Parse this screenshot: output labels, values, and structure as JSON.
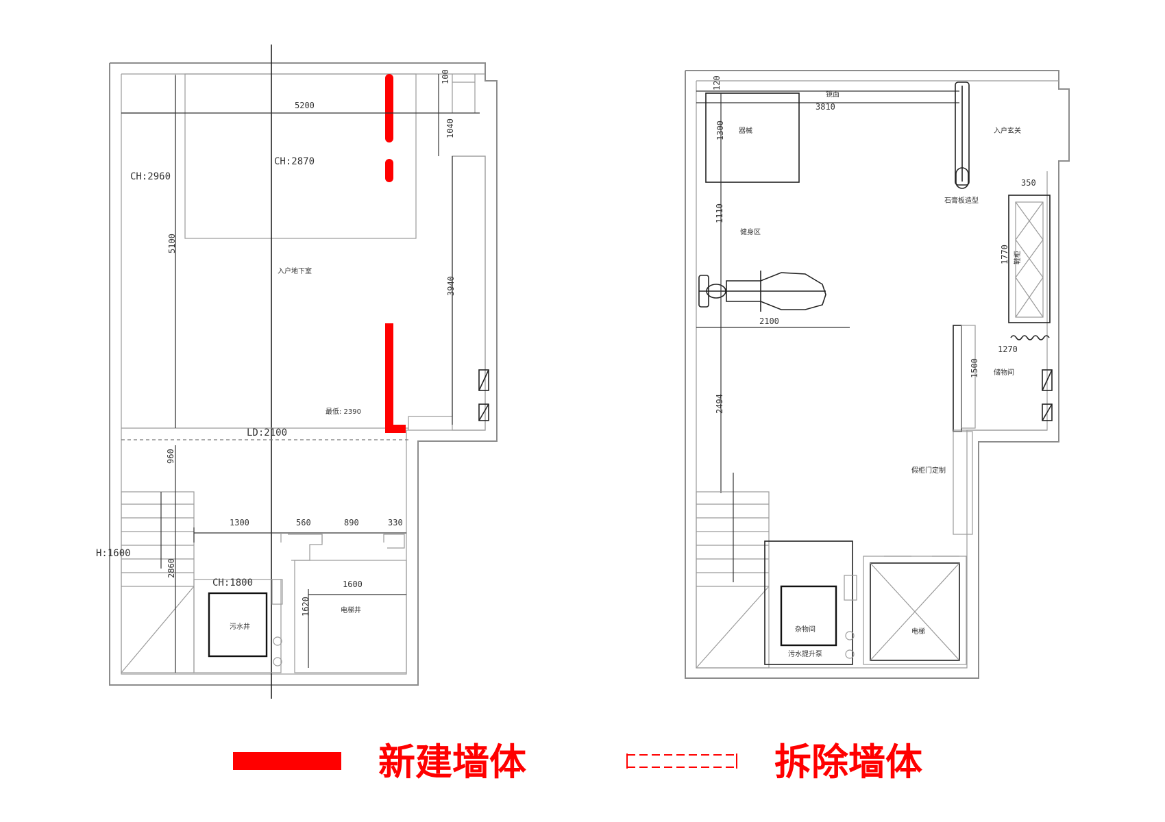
{
  "colors": {
    "new_wall": "#ff0000",
    "lines": "#8c8c8c",
    "text": "#333333"
  },
  "left_plan": {
    "ch_main": "CH:2960",
    "ch_inner": "CH:2870",
    "room_label": "入户地下室",
    "lowest": "最低: 2390",
    "ld": "LD:2100",
    "h_label": "H:1600",
    "ch_small": "CH:1800",
    "sewage_well": "污水井",
    "elevator_shaft": "电梯井",
    "dims": {
      "d100": "100",
      "d1040": "1040",
      "d5200": "5200",
      "d5100": "5100",
      "d3940": "3940",
      "d960": "960",
      "d1300": "1300",
      "d560": "560",
      "d890": "890",
      "d330": "330",
      "d2860": "2860",
      "d1600": "1600",
      "d1620": "1620"
    }
  },
  "right_plan": {
    "mirror": "镜面",
    "d3810": "3810",
    "d120": "120",
    "equipment": "器械",
    "d1300": "1300",
    "entrance": "入户玄关",
    "gypsum": "石膏板造型",
    "d350": "350",
    "d1110": "1110",
    "gym_area": "健身区",
    "d1770": "1770",
    "cabinet": "鞋柜",
    "d2100": "2100",
    "d1270": "1270",
    "d1500": "1500",
    "storage": "储物间",
    "d2494": "2494",
    "fake_cabinet_door": "假柜门定制",
    "utility": "杂物间",
    "sewage_pump": "污水提升泵",
    "elevator": "电梯"
  },
  "legend": {
    "new_wall": "新建墙体",
    "demolish_wall": "拆除墙体"
  }
}
